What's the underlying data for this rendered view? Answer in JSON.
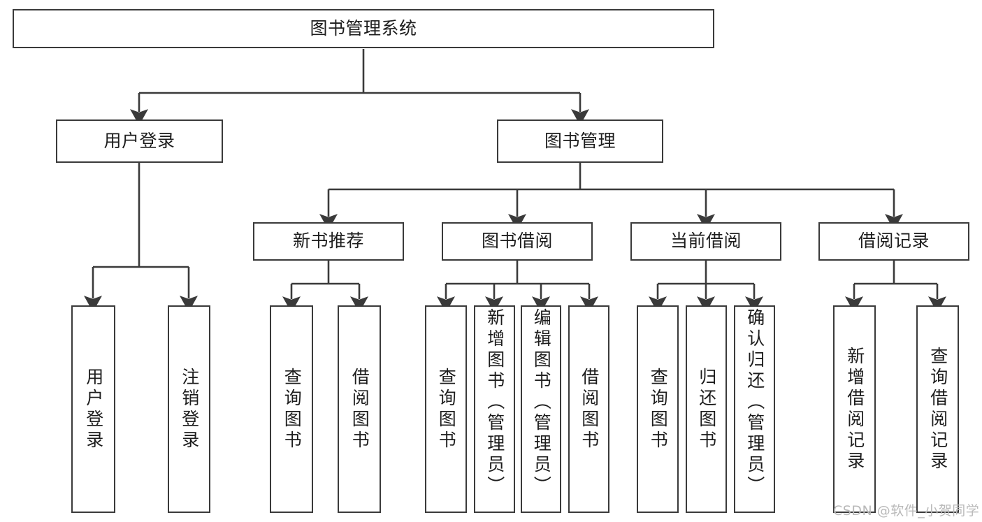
{
  "diagram": {
    "type": "tree-hierarchy-chart",
    "title": "图书管理系统",
    "background": "#ffffff",
    "stroke_color": "#3a3a3a",
    "text_color": "#1d1d1d"
  },
  "nodes": {
    "root": {
      "label": "图书管理系统",
      "level": 1
    },
    "l2": [
      {
        "id": "user-login",
        "label": "用户登录",
        "level": 2
      },
      {
        "id": "book-manage",
        "label": "图书管理",
        "level": 2
      }
    ],
    "l3": [
      {
        "id": "new-book-rec",
        "label": "新书推荐",
        "level": 3
      },
      {
        "id": "book-borrow",
        "label": "图书借阅",
        "level": 3
      },
      {
        "id": "current-borrow",
        "label": "当前借阅",
        "level": 3
      },
      {
        "id": "borrow-record",
        "label": "借阅记录",
        "level": 3
      }
    ],
    "leaves": {
      "user-login": [
        {
          "id": "leaf-user-login",
          "label": "用户登录",
          "align": "center"
        },
        {
          "id": "leaf-logout-login",
          "label": "注销登录",
          "align": "center"
        }
      ],
      "new-book-rec": [
        {
          "id": "leaf-query-book-1",
          "label": "查询图书",
          "align": "center"
        },
        {
          "id": "leaf-borrow-book-1",
          "label": "借阅图书",
          "align": "center"
        }
      ],
      "book-borrow": [
        {
          "id": "leaf-query-book-2",
          "label": "查询图书",
          "align": "center"
        },
        {
          "id": "leaf-add-book",
          "label": "新增图书（管理员）",
          "align": "top"
        },
        {
          "id": "leaf-edit-book",
          "label": "编辑图书（管理员）",
          "align": "top"
        },
        {
          "id": "leaf-borrow-book-2",
          "label": "借阅图书",
          "align": "center"
        }
      ],
      "current-borrow": [
        {
          "id": "leaf-query-book-3",
          "label": "查询图书",
          "align": "center"
        },
        {
          "id": "leaf-return-book",
          "label": "归还图书",
          "align": "center"
        },
        {
          "id": "leaf-confirm-return",
          "label": "确认归还（管理员）",
          "align": "top"
        }
      ],
      "borrow-record": [
        {
          "id": "leaf-add-record",
          "label": "新增借阅记录",
          "align": "center"
        },
        {
          "id": "leaf-query-record",
          "label": "查询借阅记录",
          "align": "center"
        }
      ]
    }
  },
  "watermark": {
    "text": "CSDN @软件_小贺同学",
    "color": "#b9b9b9"
  }
}
